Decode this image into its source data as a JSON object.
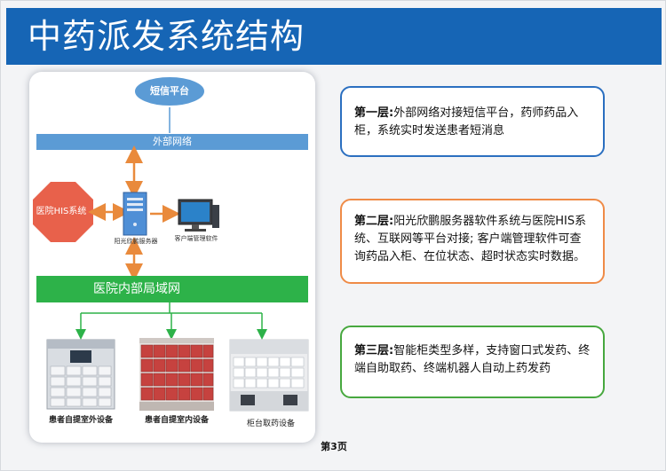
{
  "title": "中药派发系统结构",
  "diagram": {
    "sms_platform": "短信平台",
    "external_network": "外部网络",
    "hospital_his": "医院HIS系统",
    "server": "阳光欣鹏服务器",
    "client_software": "客户端管理软件",
    "internal_lan": "医院内部局域网",
    "devices": [
      "患者自提室外设备",
      "患者自提室内设备",
      "柜台取药设备"
    ],
    "colors": {
      "network_bar": "#5b9bd5",
      "lan_bar": "#2db249",
      "his_octagon": "#e8614b",
      "arrow": "#e98a3c",
      "green_line": "#2db249"
    }
  },
  "layers": [
    {
      "label": "第一层:",
      "text": "外部网络对接短信平台，药师药品入柜，系统实时发送患者短消息"
    },
    {
      "label": "第二层:",
      "text": "阳光欣鹏服务器软件系统与医院HIS系统、互联网等平台对接; 客户端管理软件可查询药品入柜、在位状态、超时状态实时数据。"
    },
    {
      "label": "第三层:",
      "text": "智能柜类型多样，支持窗口式发药、终端自助取药、终端机器人自动上药发药"
    }
  ],
  "page_number": "第3页"
}
